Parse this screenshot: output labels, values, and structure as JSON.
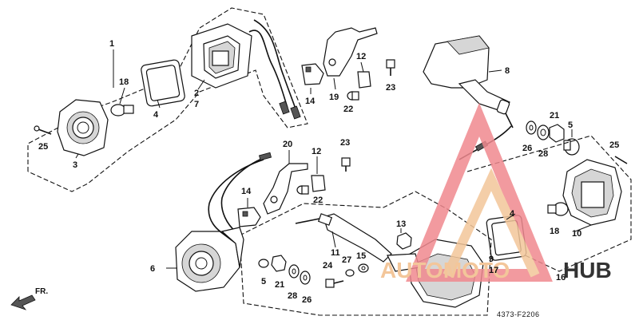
{
  "diagram": {
    "code": "4373-F2206",
    "direction_label": "FR.",
    "watermark": {
      "text_a": "AUTOMOTO",
      "text_b": "HUB",
      "color_red": "#f0898f",
      "color_orange": "#f3c69a",
      "color_dark": "#333333"
    },
    "labels": {
      "l1": "1",
      "l2": "2",
      "l7a": "7",
      "l18a": "18",
      "l4a": "4",
      "l25a": "25",
      "l3": "3",
      "l14a": "14",
      "l12a": "12",
      "l19": "19",
      "l22a": "22",
      "l23a": "23",
      "l8": "8",
      "l21a": "21",
      "l5a": "5",
      "l26a": "26",
      "l28a": "28",
      "l25b": "25",
      "l20": "20",
      "l12b": "12",
      "l23b": "23",
      "l14b": "14",
      "l22b": "22",
      "l4b": "4",
      "l18b": "18",
      "l10": "10",
      "l9": "9",
      "l17": "17",
      "l16": "16",
      "l13": "13",
      "l11": "11",
      "l6": "6",
      "l5b": "5",
      "l21b": "21",
      "l28b": "28",
      "l26b": "26",
      "l24": "24",
      "l27": "27",
      "l15": "15"
    }
  }
}
